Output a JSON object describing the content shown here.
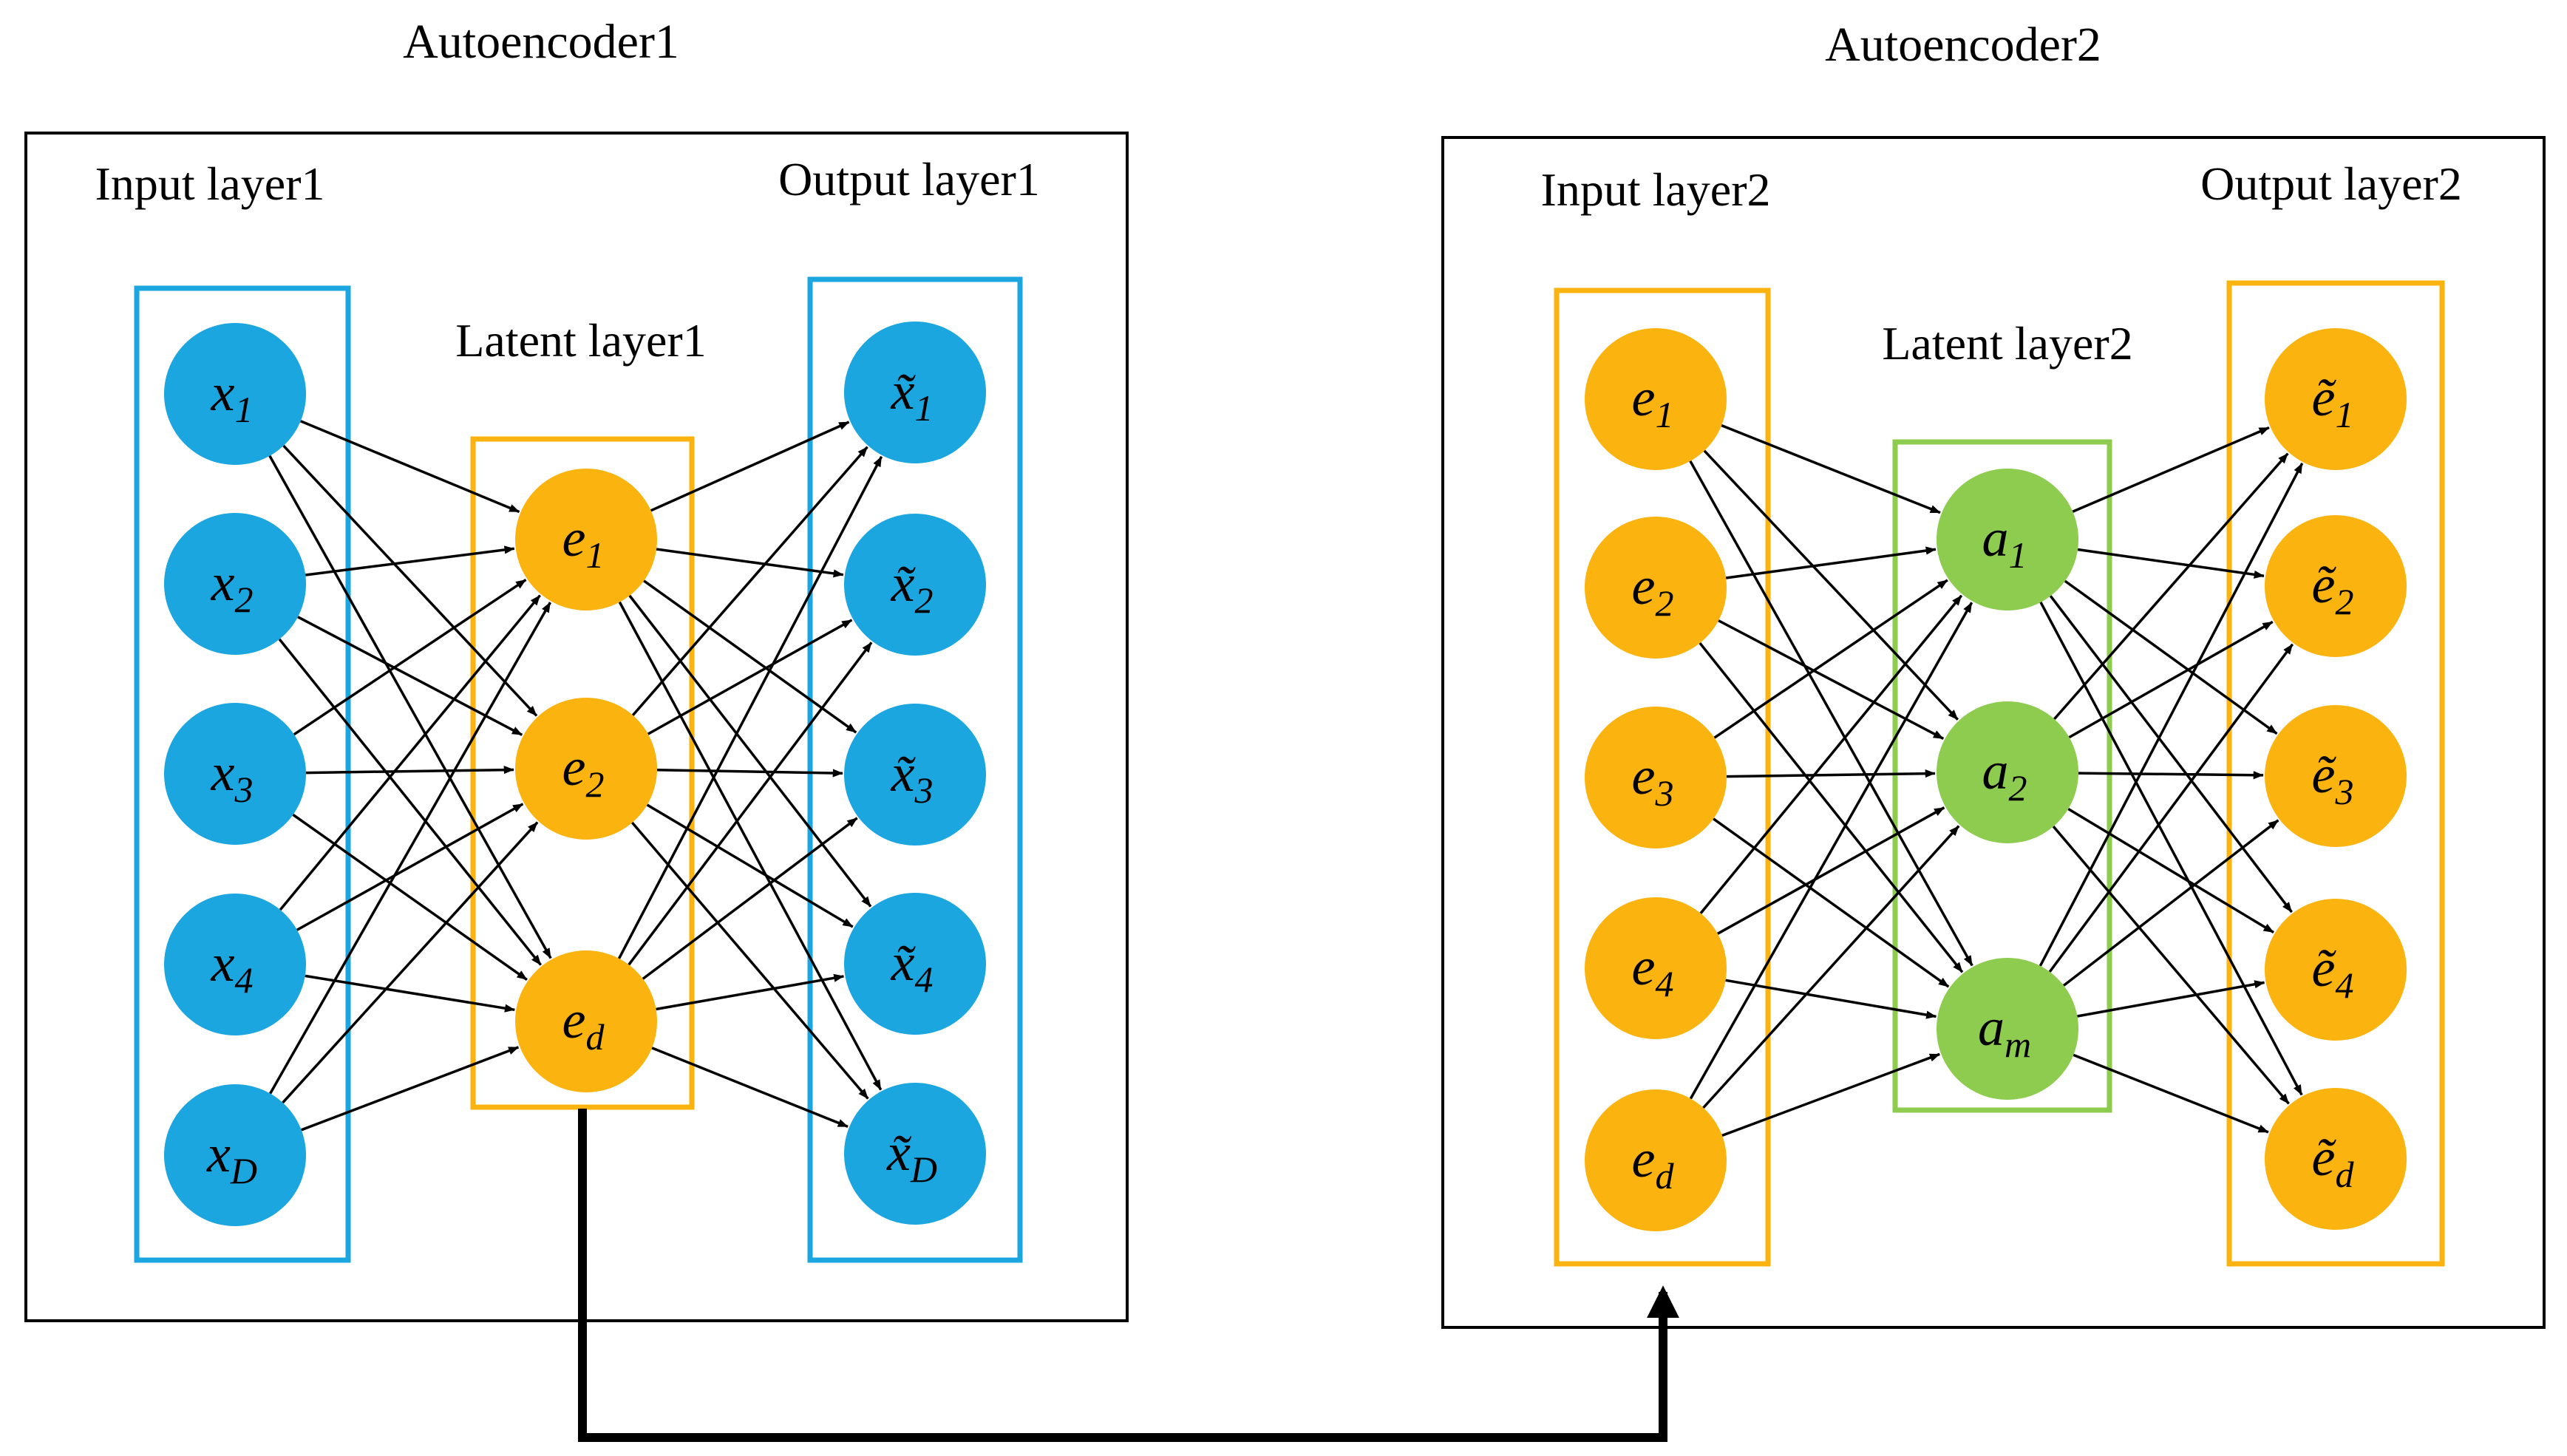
{
  "colors": {
    "blue": "#1BA6E0",
    "orange": "#FBB30F",
    "green": "#8DCC4E",
    "border": "#000000"
  },
  "autoencoder1": {
    "title": "Autoencoder1",
    "input_label": "Input layer1",
    "latent_label": "Latent layer1",
    "output_label": "Output layer1",
    "inputs": [
      {
        "base": "x",
        "sub": "1"
      },
      {
        "base": "x",
        "sub": "2"
      },
      {
        "base": "x",
        "sub": "3"
      },
      {
        "base": "x",
        "sub": "4"
      },
      {
        "base": "x",
        "sub": "D"
      }
    ],
    "latent": [
      {
        "base": "e",
        "sub": "1"
      },
      {
        "base": "e",
        "sub": "2"
      },
      {
        "base": "e",
        "sub": "d"
      }
    ],
    "outputs": [
      {
        "base": "x̃",
        "sub": "1"
      },
      {
        "base": "x̃",
        "sub": "2"
      },
      {
        "base": "x̃",
        "sub": "3"
      },
      {
        "base": "x̃",
        "sub": "4"
      },
      {
        "base": "x̃",
        "sub": "D"
      }
    ]
  },
  "autoencoder2": {
    "title": "Autoencoder2",
    "input_label": "Input layer2",
    "latent_label": "Latent layer2",
    "output_label": "Output layer2",
    "inputs": [
      {
        "base": "e",
        "sub": "1"
      },
      {
        "base": "e",
        "sub": "2"
      },
      {
        "base": "e",
        "sub": "3"
      },
      {
        "base": "e",
        "sub": "4"
      },
      {
        "base": "e",
        "sub": "d"
      }
    ],
    "latent": [
      {
        "base": "a",
        "sub": "1"
      },
      {
        "base": "a",
        "sub": "2"
      },
      {
        "base": "a",
        "sub": "m"
      }
    ],
    "outputs": [
      {
        "base": "ẽ",
        "sub": "1"
      },
      {
        "base": "ẽ",
        "sub": "2"
      },
      {
        "base": "ẽ",
        "sub": "3"
      },
      {
        "base": "ẽ",
        "sub": "4"
      },
      {
        "base": "ẽ",
        "sub": "d"
      }
    ]
  }
}
